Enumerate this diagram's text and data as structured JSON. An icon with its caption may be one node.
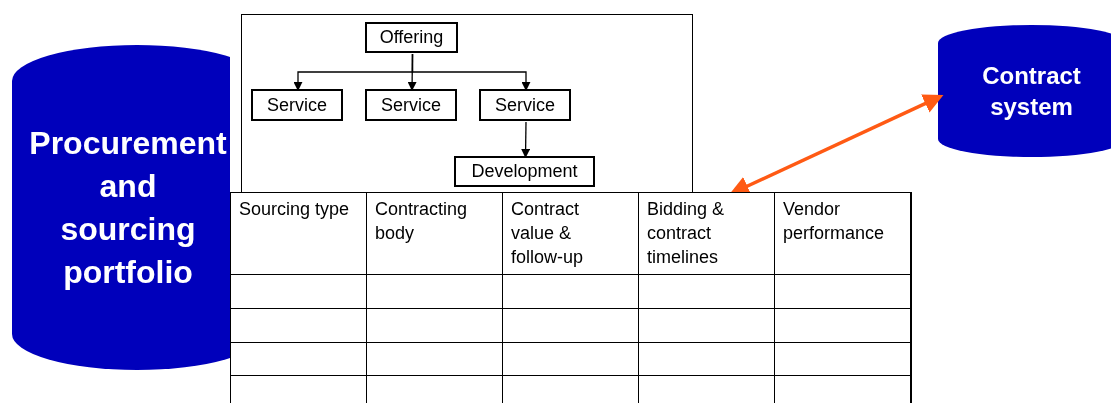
{
  "diagram": {
    "nodes": [
      {
        "text": [
          "Procurement and sourcing portfolio"
        ]
      },
      {
        "text": [],
        "shape": "box"
      },
      {
        "text": [
          "Offering"
        ],
        "in": 1
      },
      {
        "text": [
          "Service"
        ],
        "in": 1
      },
      {
        "text": [
          "Service"
        ],
        "in": 1
      },
      {
        "text": [
          "Service"
        ],
        "in": 1
      },
      {
        "text": [
          "Development"
        ],
        "in": 1
      },
      {
        "text": [],
        "shape": "box"
      },
      {
        "text": [
          "Contract system"
        ]
      }
    ],
    "edges": [
      {
        "from": 2,
        "to": 3,
        "arrow": "to"
      },
      {
        "from": 2,
        "to": 4,
        "arrow": "to"
      },
      {
        "from": 2,
        "to": 5,
        "arrow": "to"
      },
      {
        "from": 5,
        "to": 6,
        "arrow": "to"
      },
      {
        "from": 8,
        "to": 7,
        "arrow": "both",
        "style": "thick",
        "color": "#ff5a14"
      }
    ],
    "labels": [
      "Sourcing type",
      "Contracting body",
      "Contract value & follow-up",
      "Bidding & contract timelines",
      "Vendor performance"
    ]
  }
}
